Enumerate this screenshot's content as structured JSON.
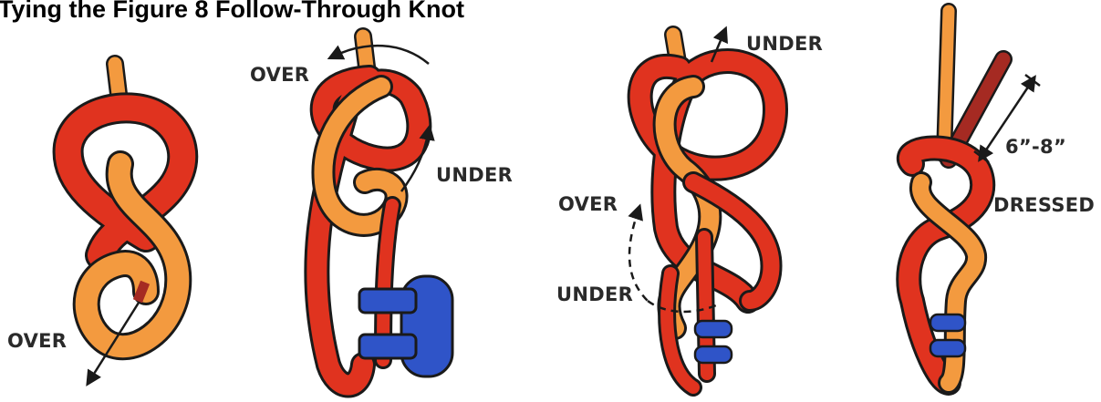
{
  "title": "Tying the Figure 8 Follow-Through Knot",
  "steps": [
    {
      "labels": [
        "OVER"
      ]
    },
    {
      "labels": [
        "OVER",
        "UNDER"
      ]
    },
    {
      "labels": [
        "UNDER",
        "OVER",
        "UNDER"
      ]
    },
    {
      "labels": [
        "6”-8”",
        "DRESSED"
      ]
    }
  ],
  "colors": {
    "rope_red": "#e0331f",
    "rope_orange": "#f39a3f",
    "rope_dark_red": "#a52a22",
    "harness_blue": "#2f54c8",
    "outline": "#1a1a1a"
  }
}
